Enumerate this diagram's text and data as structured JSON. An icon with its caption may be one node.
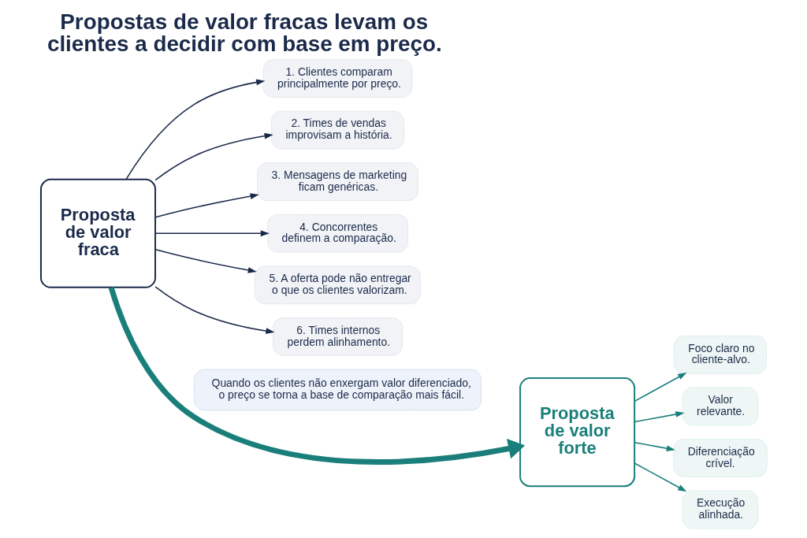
{
  "diagram": {
    "title": "Propostas de valor fracas levam os clientes a decidir com base em preço.",
    "nodes": [
      {
        "text": [
          "Proposta de valor fraca"
        ]
      },
      {
        "text": [
          "1. Clientes comparam principalmente por preço."
        ]
      },
      {
        "text": [
          "2. Times de vendas improvisam a história."
        ]
      },
      {
        "text": [
          "3. Mensagens de marketing ficam genéricas."
        ]
      },
      {
        "text": [
          "4. Concorrentes definem a comparação."
        ]
      },
      {
        "text": [
          "5. A oferta pode não entregar o que os clientes valorizam."
        ]
      },
      {
        "text": [
          "6. Times internos perdem alinhamento."
        ]
      },
      {
        "text": [
          "Proposta de valor forte"
        ]
      },
      {
        "text": [
          "Foco claro no cliente-alvo."
        ]
      },
      {
        "text": [
          "Valor relevante."
        ]
      },
      {
        "text": [
          "Diferenciação crível."
        ]
      },
      {
        "text": [
          "Execução alinhada."
        ]
      },
      {
        "text": [
          "Quando os clientes não enxergam valor diferenciado, o preço se torna a base de comparação mais fácil."
        ]
      }
    ],
    "edges": [
      {
        "from": 0,
        "to": 1,
        "arrow": "to"
      },
      {
        "from": 0,
        "to": 2,
        "arrow": "to"
      },
      {
        "from": 0,
        "to": 3,
        "arrow": "to"
      },
      {
        "from": 0,
        "to": 4,
        "arrow": "to"
      },
      {
        "from": 0,
        "to": 5,
        "arrow": "to"
      },
      {
        "from": 0,
        "to": 6,
        "arrow": "to"
      },
      {
        "from": 0,
        "to": 7,
        "arrow": "to",
        "style": "thick",
        "color": "#1a7f7a"
      },
      {
        "from": 7,
        "to": 8,
        "arrow": "to",
        "color": "#1a7f7a"
      },
      {
        "from": 7,
        "to": 9,
        "arrow": "to",
        "color": "#1a7f7a"
      },
      {
        "from": 7,
        "to": 10,
        "arrow": "to",
        "color": "#1a7f7a"
      },
      {
        "from": 7,
        "to": 11,
        "arrow": "to",
        "color": "#1a7f7a"
      }
    ]
  }
}
